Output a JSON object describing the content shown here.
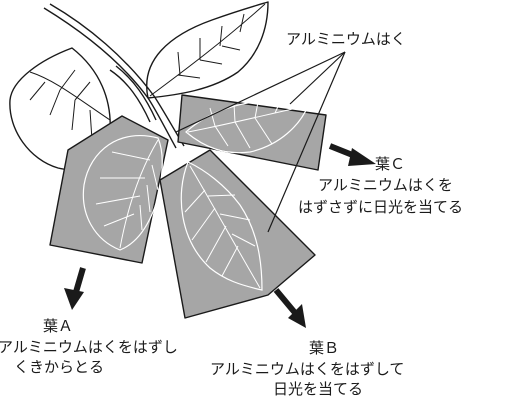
{
  "callout": "アルミニウムはく",
  "leaf_a": {
    "name": "葉Ａ",
    "line1": "アルミニウムはくをはずし",
    "line2": "くきからとる"
  },
  "leaf_b": {
    "name": "葉Ｂ",
    "line1": "アルミニウムはくをはずして",
    "line2": "日光を当てる"
  },
  "leaf_c": {
    "name": "葉Ｃ",
    "line1": "アルミニウムはくを",
    "line2": "はずさずに日光を当てる"
  },
  "colors": {
    "foil": "#a6a6a6",
    "outline": "#1a1a1a",
    "vein_on_foil": "#ffffff"
  }
}
